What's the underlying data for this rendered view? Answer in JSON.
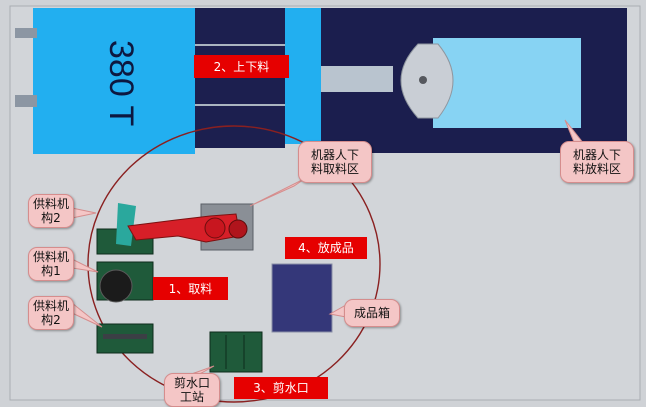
{
  "machine": {
    "tonnage_label": "380 T",
    "colors": {
      "machine_blue": "#22aff0",
      "dark_navy": "#1c1f4f",
      "light_panel": "#87d3f3",
      "floor": "#d3d6da"
    }
  },
  "tags": {
    "load_unload": "2、上下料",
    "pick": "1、取料",
    "place_product": "4、放成品",
    "cut_gate": "3、剪水口"
  },
  "callouts": {
    "robot_pick_zone": "机器人下\n料取料区",
    "robot_drop_zone": "机器人下\n料放料区",
    "feeder_2_top": "供料机\n构2",
    "feeder_1": "供料机\n构1",
    "feeder_2_bottom": "供料机\n构2",
    "product_box": "成品箱",
    "cut_station": "剪水口\n工站"
  }
}
